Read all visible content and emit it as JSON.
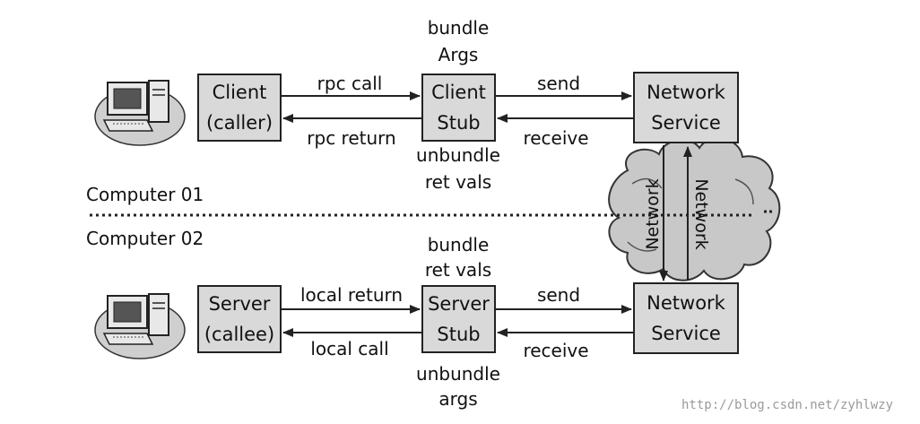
{
  "computers": {
    "top": "Computer 01",
    "bottom": "Computer 02"
  },
  "client": {
    "box": {
      "line1": "Client",
      "line2": "(caller)"
    },
    "stub": {
      "line1": "Client",
      "line2": "Stub"
    },
    "network": {
      "line1": "Network",
      "line2": "Service"
    },
    "call_label": "rpc call",
    "return_label": "rpc return",
    "send_label": "send",
    "receive_label": "receive",
    "stub_top": {
      "line1": "bundle",
      "line2": "Args"
    },
    "stub_bottom": {
      "line1": "unbundle",
      "line2": "ret vals"
    }
  },
  "server": {
    "box": {
      "line1": "Server",
      "line2": "(callee)"
    },
    "stub": {
      "line1": "Server",
      "line2": "Stub"
    },
    "network": {
      "line1": "Network",
      "line2": "Service"
    },
    "return_label": "local return",
    "call_label": "local call",
    "send_label": "send",
    "receive_label": "receive",
    "stub_top": {
      "line1": "bundle",
      "line2": "ret vals"
    },
    "stub_bottom": {
      "line1": "unbundle",
      "line2": "args"
    }
  },
  "network_cloud": {
    "left_label": "Network",
    "right_label": "Network"
  },
  "watermark": "http://blog.csdn.net/zyhlwzy",
  "colors": {
    "box_fill": "#d9d9d9",
    "line": "#222222",
    "cloud": "#c8c8c8"
  },
  "icons": [
    "computer-icon",
    "computer-icon"
  ]
}
